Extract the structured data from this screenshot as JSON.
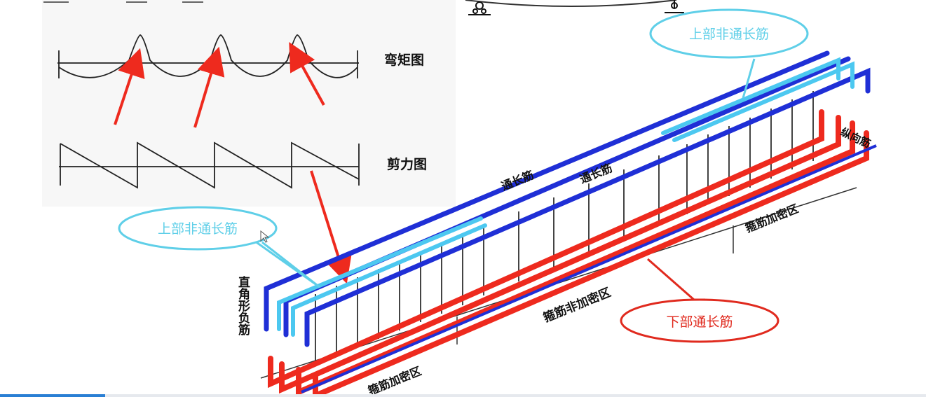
{
  "diagram": {
    "moment_label": "弯矩图",
    "shear_label": "剪力图",
    "zone_dense_left": "箍筋加密区",
    "zone_non_dense": "箍筋非加密区",
    "zone_dense_right": "箍筋加密区",
    "through_bar_1": "通长筋",
    "through_bar_2": "通长筋",
    "right_angle_neg_bar": "直角形负筋",
    "right_side_bar": "纵向筋"
  },
  "callouts": {
    "top_right": "上部非通长筋",
    "top_left": "上部非通长筋",
    "bottom": "下部通长筋"
  },
  "colors": {
    "top_bar": "#1f2fd6",
    "top_non_through": "#4cc8f0",
    "bottom_bar": "#ee2a1e",
    "callout_border_blue": "#5fcfe8",
    "callout_border_red": "#e02a1e",
    "arrow": "#ee2a1e"
  }
}
